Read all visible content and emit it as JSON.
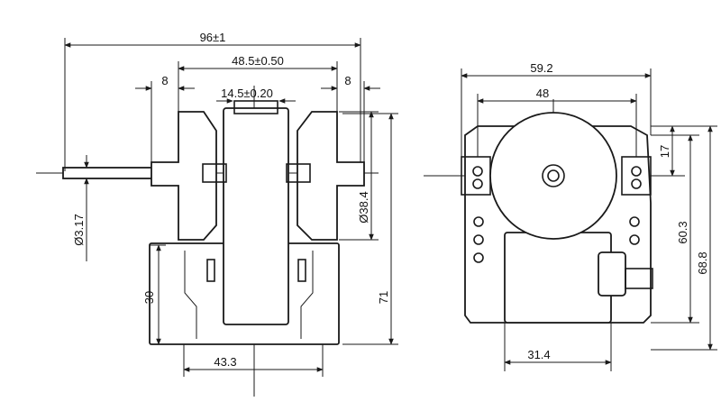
{
  "front_view": {
    "overall_width": "96±1",
    "mount_spacing": "48.5±0.50",
    "hub_width": "14.5±0.20",
    "flange_left": "8",
    "flange_right": "8",
    "rotor_diameter": "Ø38.4",
    "shaft_diameter": "Ø3.17",
    "bracket_height": "30",
    "overall_height": "71",
    "base_width": "43.3"
  },
  "side_view": {
    "overall_width": "59.2",
    "hole_spacing": "48",
    "top_offset": "17",
    "hole_height": "60.3",
    "overall_height": "68.8",
    "coil_width": "31.4"
  }
}
